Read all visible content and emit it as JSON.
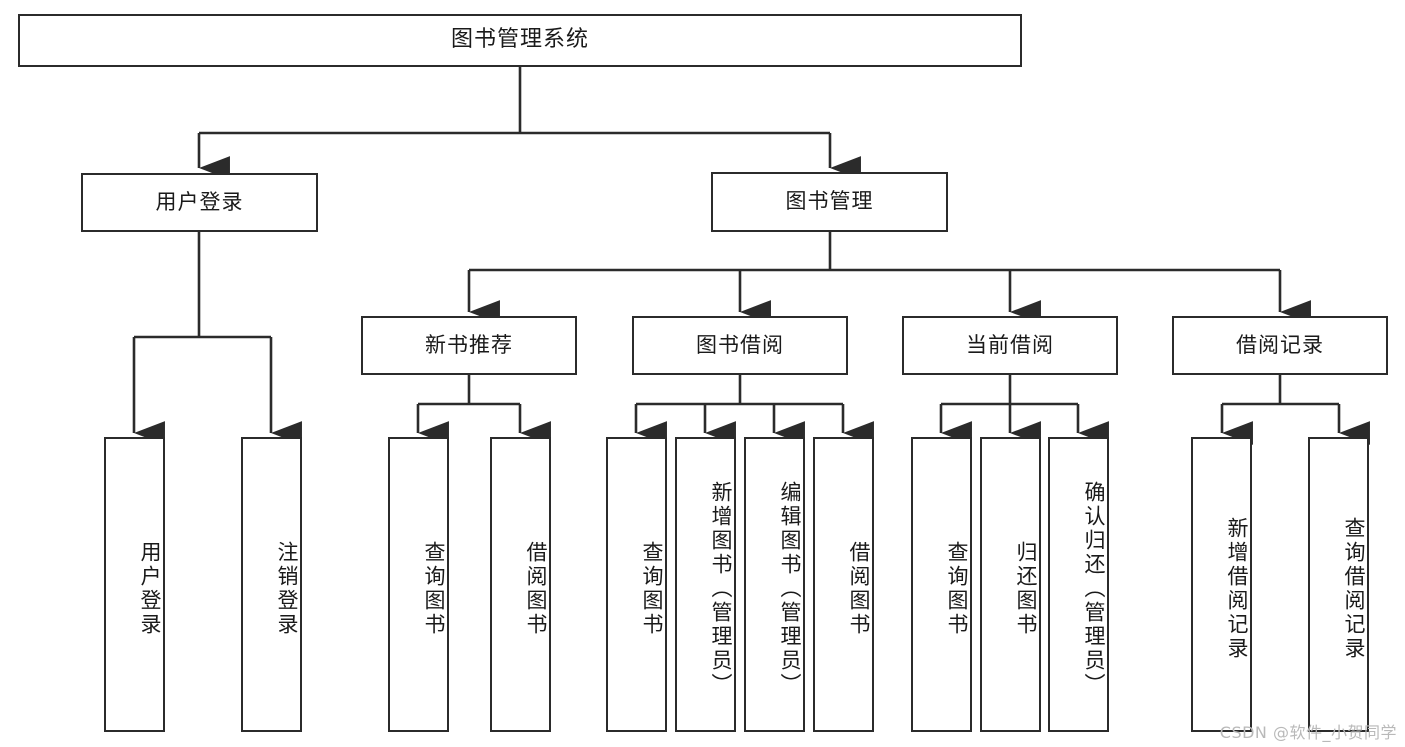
{
  "diagram": {
    "title": "图书管理系统",
    "type": "hierarchy-tree",
    "watermark": "CSDN @软件_小贺同学",
    "colors": {
      "box_border": "#2b2b2b",
      "box_fill": "#ffffff",
      "connector": "#2b2b2b",
      "text": "#1a1a1a",
      "watermark": "#b9b9b9",
      "background": "#ffffff"
    },
    "nodes": {
      "root": {
        "label": "图书管理系统"
      },
      "level2": [
        {
          "id": "user-login",
          "label": "用户登录"
        },
        {
          "id": "book-manage",
          "label": "图书管理"
        }
      ],
      "level3": [
        {
          "id": "new-book-recommend",
          "label": "新书推荐"
        },
        {
          "id": "book-borrow",
          "label": "图书借阅"
        },
        {
          "id": "current-borrow",
          "label": "当前借阅"
        },
        {
          "id": "borrow-record",
          "label": "借阅记录"
        }
      ],
      "leaves": {
        "user_login": [
          {
            "id": "leaf-user-login",
            "label": "用户登录"
          },
          {
            "id": "leaf-logout",
            "label": "注销登录"
          }
        ],
        "new_book_recommend": [
          {
            "id": "leaf-query-book-1",
            "label": "查询图书"
          },
          {
            "id": "leaf-borrow-book-1",
            "label": "借阅图书"
          }
        ],
        "book_borrow": [
          {
            "id": "leaf-query-book-2",
            "label": "查询图书"
          },
          {
            "id": "leaf-add-book",
            "label": "新增图书（管理员）"
          },
          {
            "id": "leaf-edit-book",
            "label": "编辑图书（管理员）"
          },
          {
            "id": "leaf-borrow-book-2",
            "label": "借阅图书"
          }
        ],
        "current_borrow": [
          {
            "id": "leaf-query-book-3",
            "label": "查询图书"
          },
          {
            "id": "leaf-return-book",
            "label": "归还图书"
          },
          {
            "id": "leaf-confirm-return",
            "label": "确认归还（管理员）"
          }
        ],
        "borrow_record": [
          {
            "id": "leaf-add-record",
            "label": "新增借阅记录"
          },
          {
            "id": "leaf-query-record",
            "label": "查询借阅记录"
          }
        ]
      }
    }
  }
}
